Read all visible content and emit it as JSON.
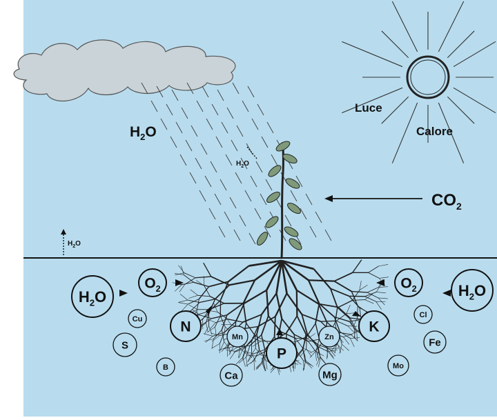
{
  "colors": {
    "sky": "#b8dcee",
    "soil": "#b8dcee",
    "ink": "#1a1a1a",
    "cloud": "#c9d3d8",
    "leaf": "#6f8a6a"
  },
  "labels": {
    "water_big": "H",
    "water_big_sub": "2",
    "water_big_tail": "O",
    "light": "Luce",
    "heat": "Calore",
    "co2_main": "CO",
    "co2_sub": "2",
    "plant_vapor_main": "H",
    "plant_vapor_sub": "2",
    "plant_vapor_tail": "O",
    "soil_vapor_main": "H",
    "soil_vapor_sub": "2",
    "soil_vapor_tail": "O"
  },
  "nutrients": [
    {
      "main": "H",
      "sub": "2",
      "tail": "O",
      "icon": "water-left-circle"
    },
    {
      "main": "O",
      "sub": "2",
      "tail": "",
      "icon": "oxygen-left-circle"
    },
    {
      "main": "O",
      "sub": "2",
      "tail": "",
      "icon": "oxygen-right-circle"
    },
    {
      "main": "H",
      "sub": "2",
      "tail": "O",
      "icon": "water-right-circle"
    },
    {
      "main": "Cu",
      "sub": "",
      "tail": "",
      "icon": "copper-circle"
    },
    {
      "main": "N",
      "sub": "",
      "tail": "",
      "icon": "nitrogen-circle"
    },
    {
      "main": "Mn",
      "sub": "",
      "tail": "",
      "icon": "manganese-circle"
    },
    {
      "main": "P",
      "sub": "",
      "tail": "",
      "icon": "phosphorus-circle"
    },
    {
      "main": "Zn",
      "sub": "",
      "tail": "",
      "icon": "zinc-circle"
    },
    {
      "main": "K",
      "sub": "",
      "tail": "",
      "icon": "potassium-circle"
    },
    {
      "main": "Cl",
      "sub": "",
      "tail": "",
      "icon": "chlorine-circle"
    },
    {
      "main": "S",
      "sub": "",
      "tail": "",
      "icon": "sulfur-circle"
    },
    {
      "main": "Fe",
      "sub": "",
      "tail": "",
      "icon": "iron-circle"
    },
    {
      "main": "B",
      "sub": "",
      "tail": "",
      "icon": "boron-circle"
    },
    {
      "main": "Ca",
      "sub": "",
      "tail": "",
      "icon": "calcium-circle"
    },
    {
      "main": "Mg",
      "sub": "",
      "tail": "",
      "icon": "magnesium-circle"
    },
    {
      "main": "Mo",
      "sub": "",
      "tail": "",
      "icon": "molybdenum-circle"
    }
  ],
  "icons": [
    "cloud-icon",
    "sun-icon",
    "rain-icon",
    "plant-icon",
    "roots-icon",
    "arrow-icon"
  ]
}
